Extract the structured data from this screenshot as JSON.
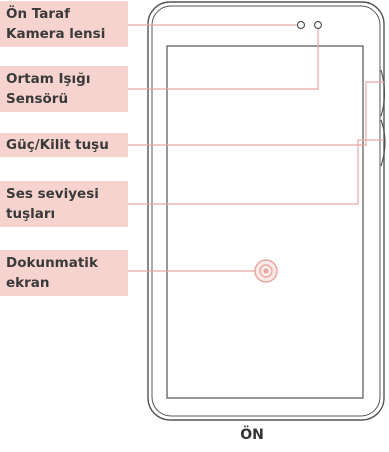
{
  "labels": {
    "front_camera": [
      "Ön Taraf",
      "Kamera lensi"
    ],
    "light_sensor": [
      "Ortam Işığı",
      "Sensörü"
    ],
    "power_lock": [
      "Güç/Kilit tuşu"
    ],
    "volume_keys": [
      "Ses seviyesi",
      "tuşları"
    ],
    "touchscreen": [
      "Dokunmatik",
      "ekran"
    ]
  },
  "caption": "ÖN",
  "colors": {
    "label_fill": "#f6d3ce",
    "leader_line": "#e8a8a2",
    "device_outline": "#555555",
    "touch_icon": "#e8a8a2"
  },
  "icons": {
    "touch_point": "concentric-circle-icon",
    "camera": "lens-circle-icon",
    "sensor": "sensor-circle-icon"
  }
}
